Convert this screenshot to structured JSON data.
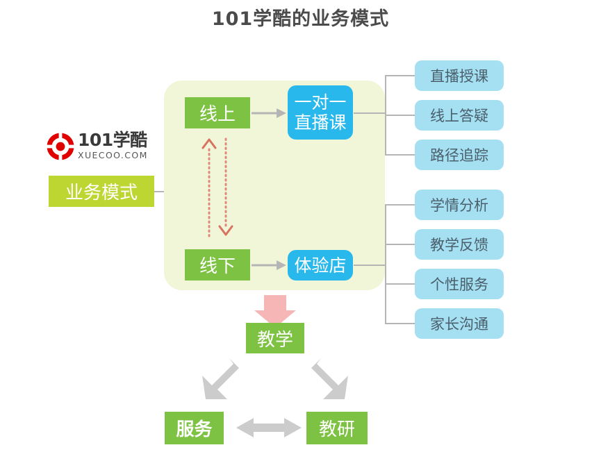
{
  "page": {
    "title": "101学酷的业务模式",
    "background": "#ffffff"
  },
  "logo": {
    "mark": "aperture-ring-icon",
    "main_text": "101学酷",
    "sub_text": "XUECOO.COM",
    "mark_color": "#e00000",
    "text_color": "#3a3a3a"
  },
  "colors": {
    "panel": "#f0f6d7",
    "green": "#7dc242",
    "yellow_green": "#bdd631",
    "blue": "#29b8ec",
    "light_blue": "#a5e0f2",
    "light_blue_text": "#4a5f6b",
    "connector": "#b5b5b5",
    "pink_arrow": "#f7b7b7",
    "dotted_arrow": "#e08a7a",
    "gray_arrow": "#cccccc",
    "title_text": "#4b4b4b"
  },
  "nodes": {
    "business_model": "业务模式",
    "online": "线上",
    "offline": "线下",
    "live_class": "一对一\n直播课",
    "experience_store": "体验店",
    "teaching": "教学",
    "service": "服务",
    "research": "教研"
  },
  "online_branches": [
    {
      "label": "直播授课"
    },
    {
      "label": "线上答疑"
    },
    {
      "label": "路径追踪"
    }
  ],
  "offline_branches": [
    {
      "label": "学情分析"
    },
    {
      "label": "教学反馈"
    },
    {
      "label": "个性服务"
    },
    {
      "label": "家长沟通"
    }
  ],
  "connectors": {
    "business_split": "bracket-connector",
    "online_arrow": "right-arrow-icon",
    "offline_arrow": "right-arrow-icon",
    "online_bracket": "bracket-connector",
    "offline_bracket": "bracket-connector",
    "cycle_up": "dotted-up-arrow-icon",
    "cycle_down": "dotted-down-arrow-icon",
    "to_teaching": "pink-down-arrow-icon",
    "teaching_service": "gray-double-arrow-icon",
    "teaching_research": "gray-double-arrow-icon",
    "service_research": "gray-double-arrow-icon"
  }
}
